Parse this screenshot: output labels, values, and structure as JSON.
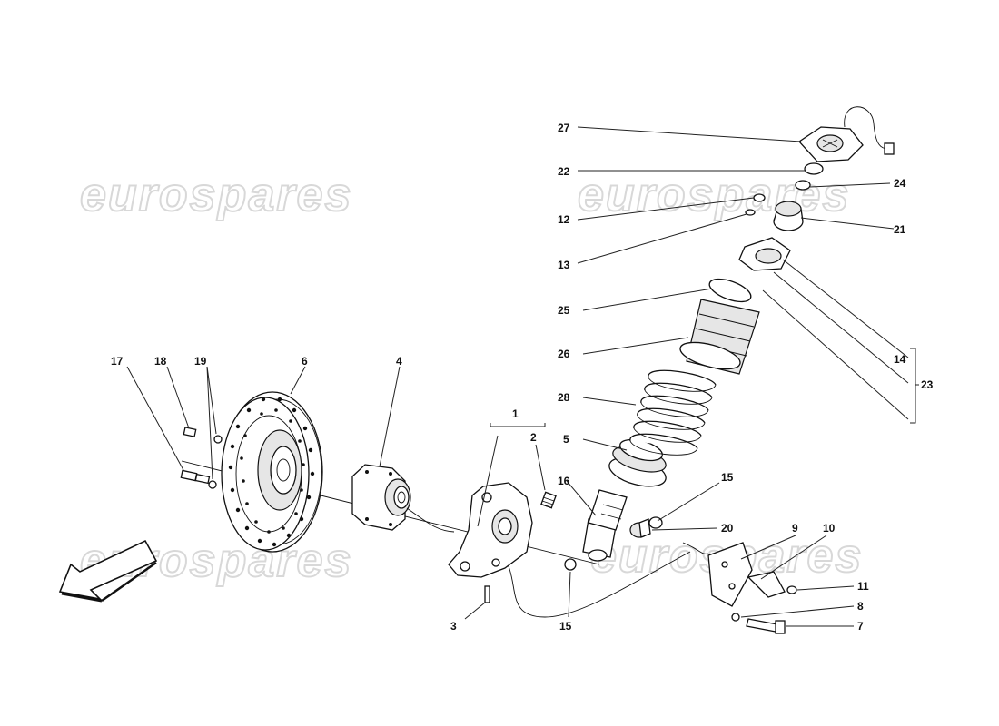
{
  "watermark": {
    "text": "eurospares"
  },
  "labels": {
    "l1": "1",
    "l2": "2",
    "l3": "3",
    "l4": "4",
    "l5": "5",
    "l6": "6",
    "l7": "7",
    "l8": "8",
    "l9": "9",
    "l10": "10",
    "l11": "11",
    "l12": "12",
    "l13": "13",
    "l14": "14",
    "l15a": "15",
    "l15b": "15",
    "l16": "16",
    "l17": "17",
    "l18": "18",
    "l19": "19",
    "l20": "20",
    "l21": "21",
    "l22": "22",
    "l23": "23",
    "l24": "24",
    "l25": "25",
    "l26": "26",
    "l27": "27",
    "l28": "28"
  }
}
